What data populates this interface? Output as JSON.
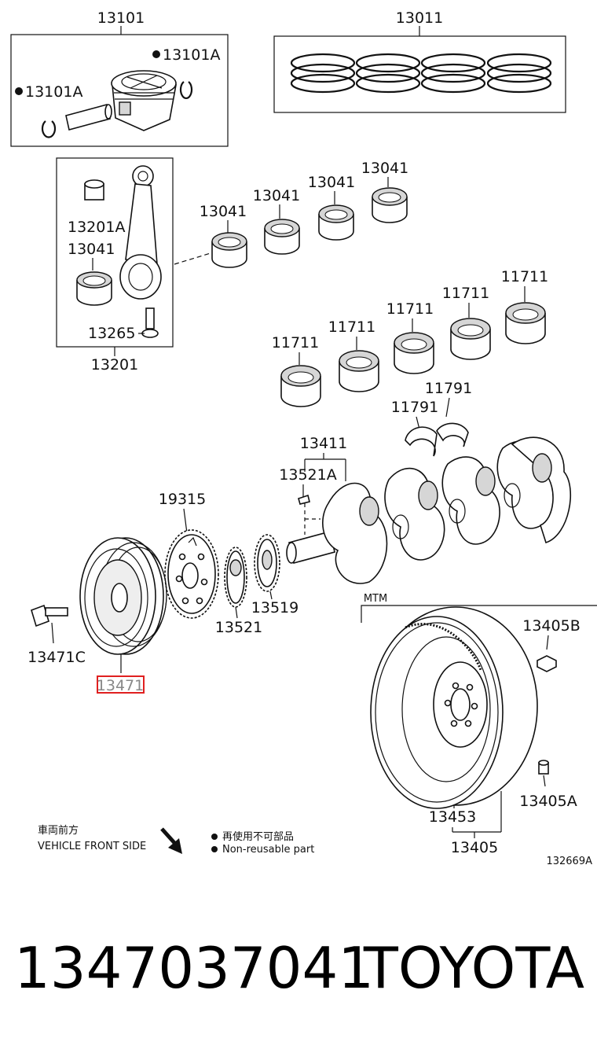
{
  "labels": {
    "piston": "13101",
    "ring_set": "13011",
    "clip_right": "13101A",
    "clip_left": "13101A",
    "rod_bushing": "13201A",
    "rod_bearing_in_box": "13041",
    "rod_bolt": "13265",
    "conn_rod": "13201",
    "bearing_1": "13041",
    "bearing_2": "13041",
    "bearing_3": "13041",
    "bearing_4": "13041",
    "main_bearing_1": "11711",
    "main_bearing_2": "11711",
    "main_bearing_3": "11711",
    "main_bearing_4": "11711",
    "main_bearing_5": "11711",
    "thrust_washer_1": "11791",
    "thrust_washer_2": "11791",
    "crankshaft": "13411",
    "key": "13521A",
    "timing_sprocket": "19315",
    "pulley_bolt": "13471C",
    "pulley": "13471",
    "gear_13521": "13521",
    "gear_13519": "13519",
    "mtm": "MTM",
    "flywheel_bolt": "13405B",
    "flywheel_pin": "13405A",
    "ring_gear": "13453",
    "flywheel": "13405",
    "drawing_no": "132669A"
  },
  "legend": {
    "front_jp": "車両前方",
    "front_en": "VEHICLE FRONT SIDE",
    "nonreusable_jp": "再使用不可部品",
    "nonreusable_en": "Non-reusable part"
  },
  "footer": {
    "part_number": "1347037041",
    "brand": "TOYOTA"
  },
  "colors": {
    "highlight": "#e02020",
    "ink": "#111111"
  }
}
